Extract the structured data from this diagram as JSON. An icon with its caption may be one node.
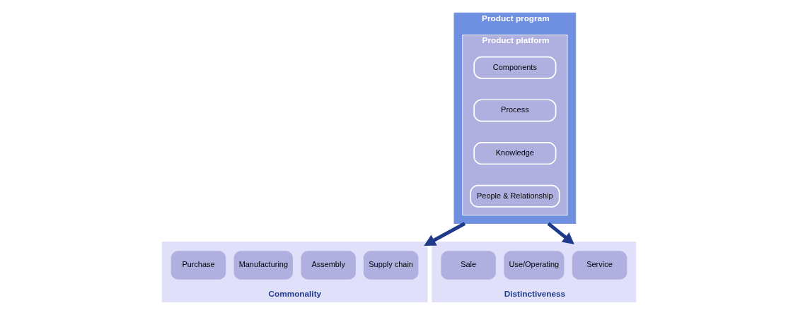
{
  "diagram": {
    "nodes": [
      {
        "text": [
          "Product program"
        ]
      },
      {
        "text": [
          "Product platform"
        ],
        "in": 0
      },
      {
        "text": [
          "Components"
        ],
        "in": 1
      },
      {
        "text": [
          "Process"
        ],
        "in": 1
      },
      {
        "text": [
          "Knowledge"
        ],
        "in": 1
      },
      {
        "text": [
          "People & Relationship"
        ],
        "in": 1
      },
      {
        "text": [
          "Commonality"
        ]
      },
      {
        "text": [
          "Purchase"
        ],
        "in": 6
      },
      {
        "text": [
          "Manufacturing"
        ],
        "in": 6
      },
      {
        "text": [
          "Assembly"
        ],
        "in": 6
      },
      {
        "text": [
          "Supply chain"
        ],
        "in": 6
      },
      {
        "text": [
          "Distinctiveness"
        ]
      },
      {
        "text": [
          "Sale"
        ],
        "in": 11
      },
      {
        "text": [
          "Use/Operating"
        ],
        "in": 11
      },
      {
        "text": [
          "Service"
        ],
        "in": 11
      }
    ],
    "edges": [
      {
        "from": 0,
        "to": 6,
        "arrow": "to"
      },
      {
        "from": 0,
        "to": 11,
        "arrow": "to"
      }
    ]
  }
}
